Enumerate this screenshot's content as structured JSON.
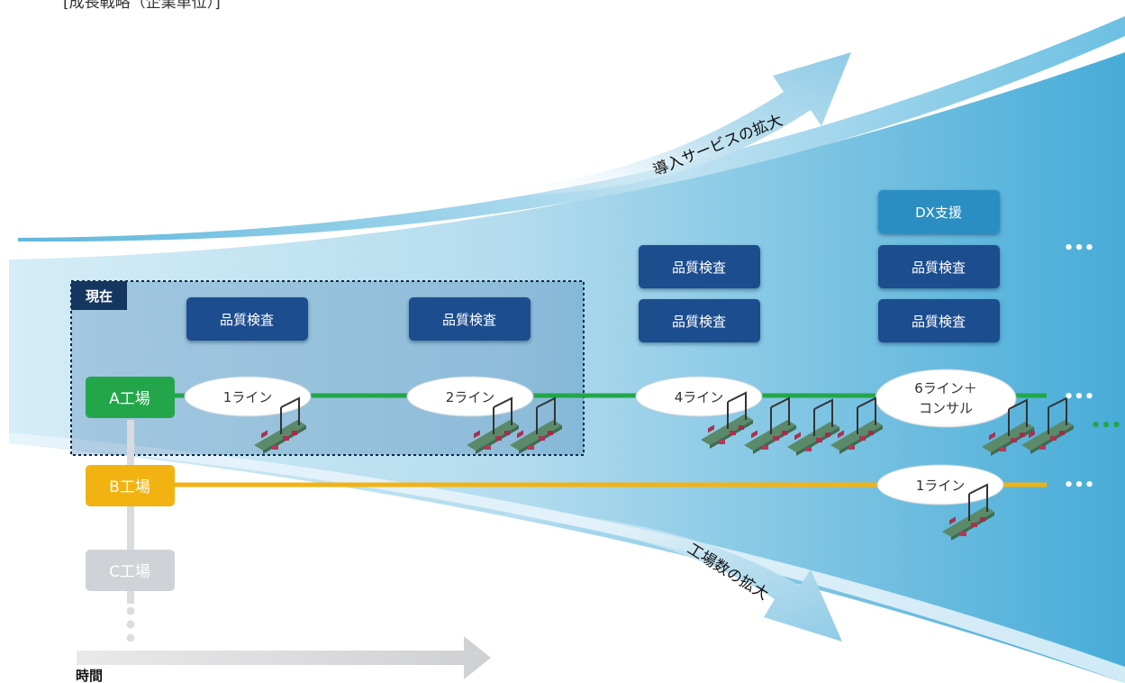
{
  "page_title": "[成長戦略（企業単位）]",
  "arrows": {
    "service_expansion": "導入サービスの拡大",
    "factory_expansion": "工場数の拡大"
  },
  "current_label": "現在",
  "factories": [
    {
      "name": "A工場",
      "color": "#23a64a"
    },
    {
      "name": "B工場",
      "color": "#f2b312"
    },
    {
      "name": "C工場",
      "color": "#cfd3d8"
    }
  ],
  "lines": {
    "a1": "1ライン",
    "a2": "2ライン",
    "a4": "4ライン",
    "a6_line1": "6ライン＋",
    "a6_line2": "コンサル",
    "b1": "1ライン"
  },
  "services": {
    "quality_inspection": "品質検査",
    "dx_support": "DX支援"
  },
  "ellipsis": "•••",
  "time_label": "時間",
  "colors": {
    "service_box": "#1f4e8f",
    "dx_box": "#2a8ec3",
    "current_badge": "#15365f",
    "flow": "#54b4da"
  }
}
